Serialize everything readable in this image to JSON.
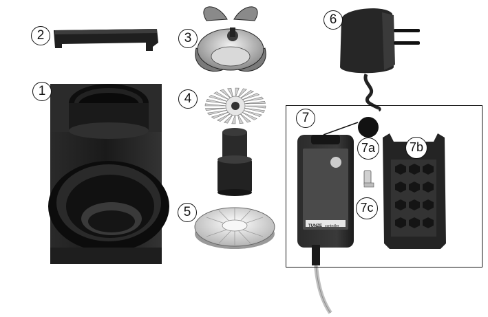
{
  "callouts": {
    "c1": "1",
    "c2": "2",
    "c3": "3",
    "c4": "4",
    "c5": "5",
    "c6": "6",
    "c7": "7",
    "c7a": "7a",
    "c7b": "7b",
    "c7c": "7c"
  },
  "controller_labels": {
    "panel_title": "TUNZE",
    "panel_subtitle": "controller"
  },
  "colors": {
    "part_dark": "#1e1e1e",
    "part_mid": "#555555",
    "part_light": "#c8c8c8",
    "outline": "#111111"
  }
}
